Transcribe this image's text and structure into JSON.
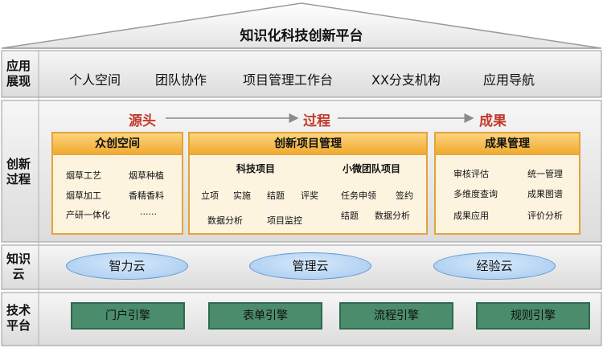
{
  "title": "知识化科技创新平台",
  "layers": {
    "app": "应用\n展现",
    "innovation": "创新\n过程",
    "knowledge": "知识\n云",
    "tech": "技术\n平台"
  },
  "app_items": [
    "个人空间",
    "团队协作",
    "项目管理工作台",
    "XX分支机构",
    "应用导航"
  ],
  "stages": [
    "源头",
    "过程",
    "成果"
  ],
  "cards": {
    "crowd": {
      "title": "众创空间",
      "items": [
        "烟草工艺",
        "烟草种植",
        "烟草加工",
        "香精香料",
        "产研一体化",
        "......"
      ]
    },
    "project": {
      "title": "创新项目管理",
      "sci": {
        "title": "科技项目",
        "items": [
          "立项",
          "实施",
          "结题",
          "评奖",
          "数据分析",
          "项目监控"
        ]
      },
      "micro": {
        "title": "小微团队项目",
        "items": [
          "任务申领",
          "签约",
          "结题",
          "数据分析"
        ]
      }
    },
    "results": {
      "title": "成果管理",
      "items": [
        "审核评估",
        "统一管理",
        "多维度查询",
        "成果图谱",
        "成果应用",
        "评价分析"
      ]
    }
  },
  "clouds": [
    "智力云",
    "管理云",
    "经验云"
  ],
  "engines": [
    "门户引擎",
    "表单引擎",
    "流程引擎",
    "规则引擎"
  ],
  "colors": {
    "stage_text": "#c0392b",
    "card_border": "#e3a33a",
    "engine_fill": "#4a8c6c",
    "cloud_fill": "#b3d2f2"
  }
}
